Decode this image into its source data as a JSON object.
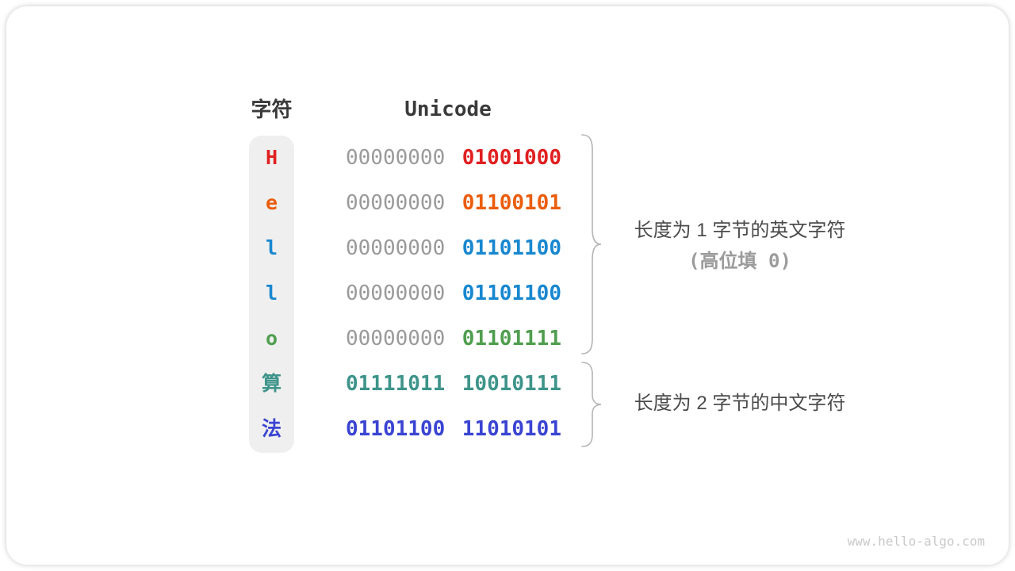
{
  "table": {
    "char_header": "字符",
    "unicode_header": "Unicode",
    "rows": [
      {
        "char": "H",
        "accent": "#e02020",
        "bytes": [
          "00000000",
          "01001000"
        ],
        "high_byte_gray": true
      },
      {
        "char": "e",
        "accent": "#ea5d0d",
        "bytes": [
          "00000000",
          "01100101"
        ],
        "high_byte_gray": true
      },
      {
        "char": "l",
        "accent": "#1887d0",
        "bytes": [
          "00000000",
          "01101100"
        ],
        "high_byte_gray": true
      },
      {
        "char": "l",
        "accent": "#1887d0",
        "bytes": [
          "00000000",
          "01101100"
        ],
        "high_byte_gray": true
      },
      {
        "char": "o",
        "accent": "#4f9e4f",
        "bytes": [
          "00000000",
          "01101111"
        ],
        "high_byte_gray": true
      },
      {
        "char": "算",
        "accent": "#3e948a",
        "bytes": [
          "01111011",
          "10010111"
        ],
        "high_byte_gray": false
      },
      {
        "char": "法",
        "accent": "#3a44d2",
        "bytes": [
          "01101100",
          "11010101"
        ],
        "high_byte_gray": false
      }
    ]
  },
  "annotations": {
    "group1_line1": "长度为 1 字节的英文字符",
    "group1_line2": "(高位填 0)",
    "group2": "长度为 2 字节的中文字符"
  },
  "watermark": "www.hello-algo.com",
  "colors": {
    "gray_byte": "#9a9a9a",
    "brace": "#b3b3b3",
    "header_text": "#3a3a3a",
    "annotation_text": "#4b4b4b",
    "annotation_secondary": "#9b9b9b",
    "char_column_bg": "#efefef",
    "watermark_text": "#c9c9c9"
  }
}
